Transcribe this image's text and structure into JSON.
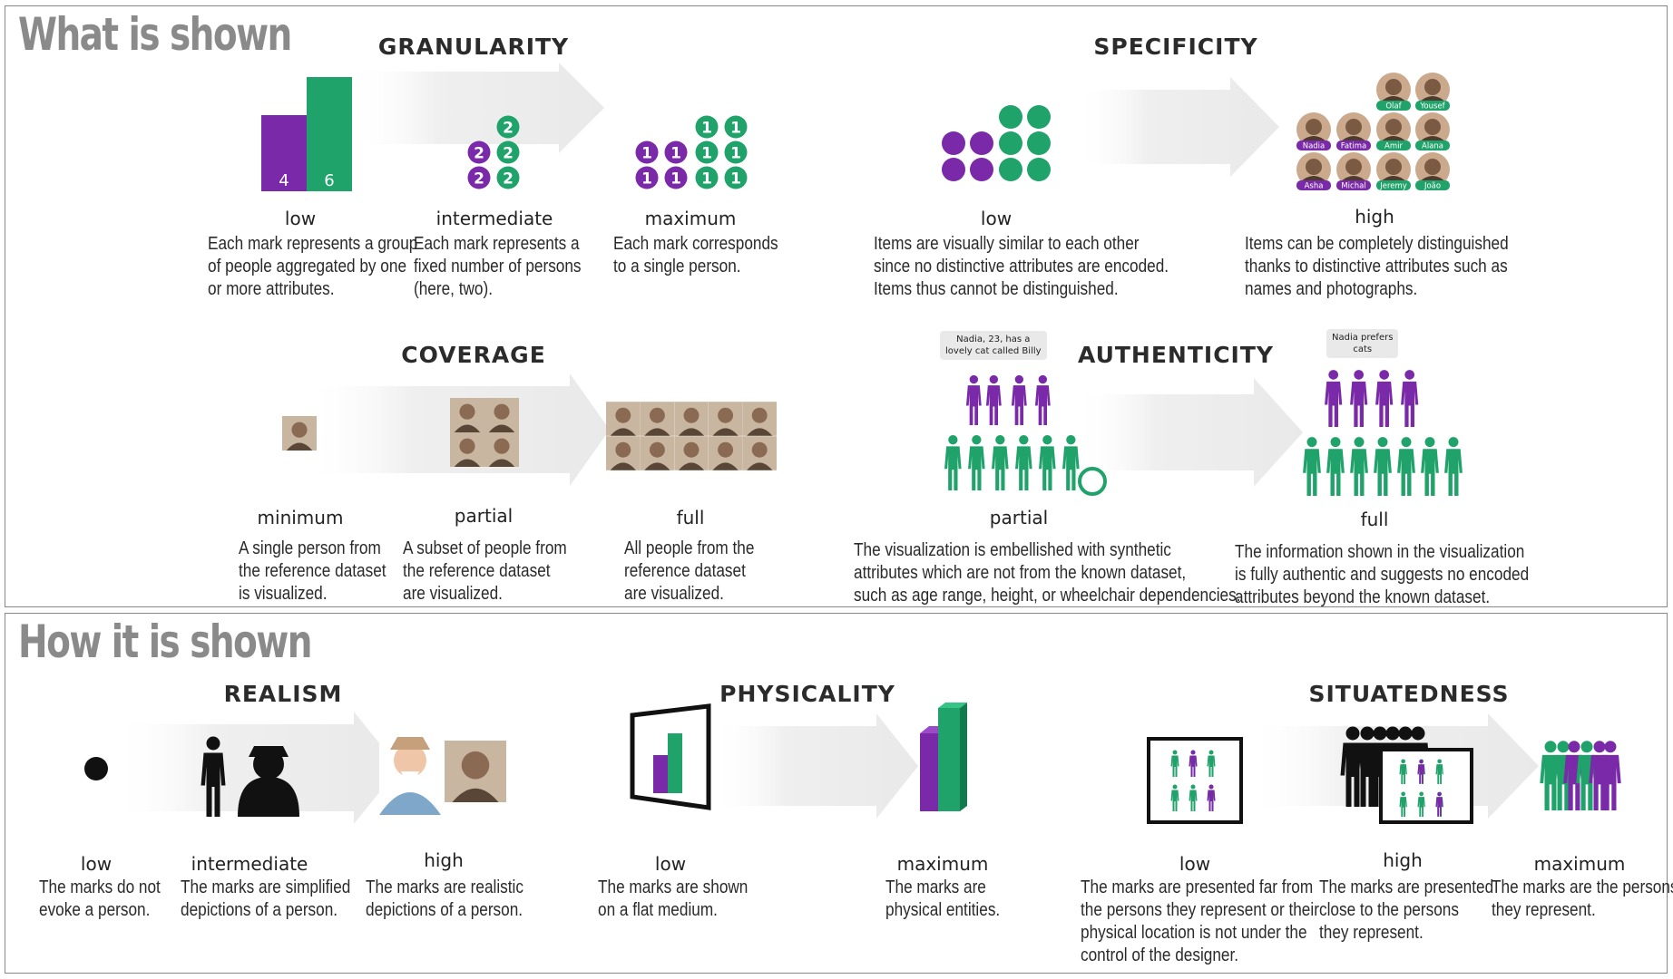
{
  "sections": {
    "what_title": "What is shown",
    "how_title": "How it is shown"
  },
  "colors": {
    "purple": "#7a2aa8",
    "green": "#1fa36a",
    "grey": "#8a8a8a",
    "arrow": "#eeeeee"
  },
  "granularity": {
    "title": "GRANULARITY",
    "bar_values": [
      "4",
      "6"
    ],
    "grouped_number": "2",
    "single_number": "1",
    "levels": [
      {
        "label": "low",
        "desc": [
          "Each mark represents a group",
          "of people aggregated by one",
          "or more attributes."
        ]
      },
      {
        "label": "intermediate",
        "desc": [
          "Each  mark represents a",
          "fixed number of persons",
          "(here, two)."
        ]
      },
      {
        "label": "maximum",
        "desc": [
          "Each mark corresponds",
          "to a single person."
        ]
      }
    ]
  },
  "specificity": {
    "title": "SPECIFICITY",
    "names": [
      "Olaf",
      "Yousef",
      "Nadia",
      "Fatima",
      "Amir",
      "Alana",
      "Asha",
      "Michal",
      "Jeremy",
      "João"
    ],
    "levels": [
      {
        "label": "low",
        "desc": [
          "Items are visually similar to each other",
          "since no distinctive attributes are encoded.",
          "Items thus cannot be distinguished."
        ]
      },
      {
        "label": "high",
        "desc": [
          "Items can be completely distinguished",
          "thanks to distinctive attributes such as",
          "names and photographs."
        ]
      }
    ]
  },
  "coverage": {
    "title": "COVERAGE",
    "levels": [
      {
        "label": "minimum",
        "desc": [
          "A single person from",
          "the reference dataset",
          "is visualized."
        ]
      },
      {
        "label": "partial",
        "desc": [
          "A subset of people from",
          "the reference dataset",
          "are visualized."
        ]
      },
      {
        "label": "full",
        "desc": [
          "All people from the",
          "reference dataset",
          "are visualized."
        ]
      }
    ]
  },
  "authenticity": {
    "title": "AUTHENTICITY",
    "bubble_partial": [
      "Nadia, 23, has a",
      "lovely cat called Billy"
    ],
    "bubble_full": [
      "Nadia prefers",
      "cats"
    ],
    "levels": [
      {
        "label": "partial",
        "desc": [
          "The visualization is embellished with synthetic",
          "attributes which are not from the known dataset,",
          "such as age range, height, or wheelchair dependencies."
        ]
      },
      {
        "label": "full",
        "desc": [
          "The information shown in the visualization",
          "is fully authentic and suggests no encoded",
          "attributes beyond the known dataset."
        ]
      }
    ]
  },
  "realism": {
    "title": "REALISM",
    "levels": [
      {
        "label": "low",
        "desc": [
          "The marks do not",
          "evoke a person."
        ]
      },
      {
        "label": "intermediate",
        "desc": [
          "The marks are simplified",
          "depictions of a person."
        ]
      },
      {
        "label": "high",
        "desc": [
          "The marks are realistic",
          "depictions of a person."
        ]
      }
    ]
  },
  "physicality": {
    "title": "PHYSICALITY",
    "levels": [
      {
        "label": "low",
        "desc": [
          "The marks are shown",
          "on a flat medium."
        ]
      },
      {
        "label": "maximum",
        "desc": [
          "The marks are",
          "physical entities."
        ]
      }
    ]
  },
  "situatedness": {
    "title": "SITUATEDNESS",
    "levels": [
      {
        "label": "low",
        "desc": [
          "The marks are presented far from",
          "the persons they represent or their",
          "physical location is not under the",
          "control of the designer."
        ]
      },
      {
        "label": "high",
        "desc": [
          "The marks are presented",
          "close to the persons",
          "they represent."
        ]
      },
      {
        "label": "maximum",
        "desc": [
          "The marks are the persons",
          "they represent."
        ]
      }
    ]
  }
}
